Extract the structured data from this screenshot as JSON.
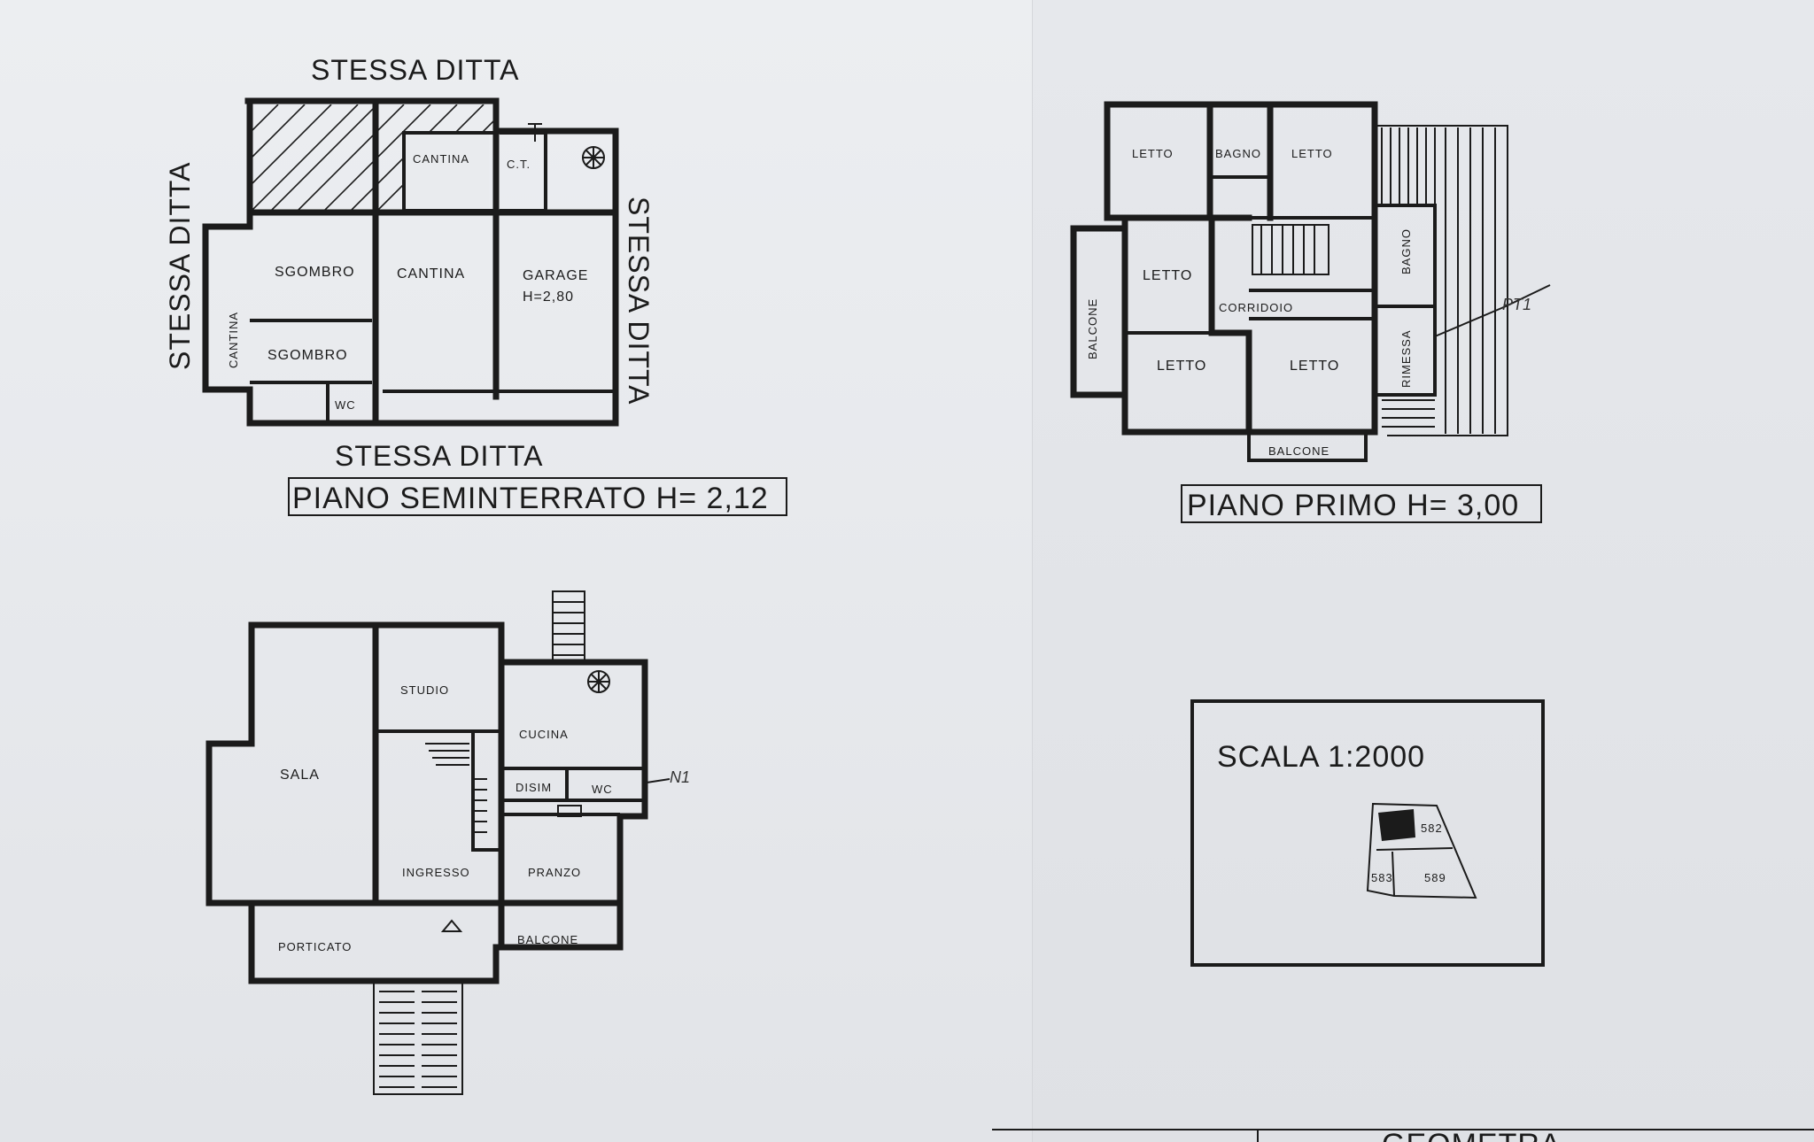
{
  "seminterrato": {
    "surroundings": {
      "top": "STESSA DITTA",
      "left": "STESSA DITTA",
      "right": "STESSA DITTA",
      "bottom": "STESSA DITTA"
    },
    "rooms": {
      "cantina_top": "CANTINA",
      "ct": "C.T.",
      "sgombro_1": "SGOMBRO",
      "cantina_center": "CANTINA",
      "garage": "GARAGE",
      "garage_height": "H=2,80",
      "cantina_side": "CANTINA",
      "sgombro_2": "SGOMBRO",
      "wc": "WC"
    },
    "title": "PIANO SEMINTERRATO  H= 2,12"
  },
  "terra": {
    "rooms": {
      "studio": "STUDIO",
      "cucina": "CUCINA",
      "sala": "SALA",
      "disimpegno": "DISIM",
      "wc": "WC",
      "ingresso": "INGRESSO",
      "pranzo": "PRANZO",
      "portico": "PORTICATO",
      "balcone": "BALCONE"
    },
    "notes": [
      "N1"
    ]
  },
  "primo": {
    "rooms": {
      "letto_1": "LETTO",
      "bagno_1": "BAGNO",
      "letto_2": "LETTO",
      "letto_3": "LETTO",
      "corridoio": "CORRIDOIO",
      "bagno_2": "BAGNO",
      "balcone_side": "BALCONE",
      "rimessa": "RIMESSA",
      "letto_4": "LETTO",
      "letto_5": "LETTO",
      "balcone_bottom": "BALCONE"
    },
    "notes": [
      "PT1"
    ],
    "title": "PIANO PRIMO  H= 3,00"
  },
  "scale_box": {
    "label": "SCALA 1:2000",
    "parcels": [
      "582",
      "583",
      "589"
    ]
  },
  "footer": {
    "stamp": "GEOMETRA"
  }
}
